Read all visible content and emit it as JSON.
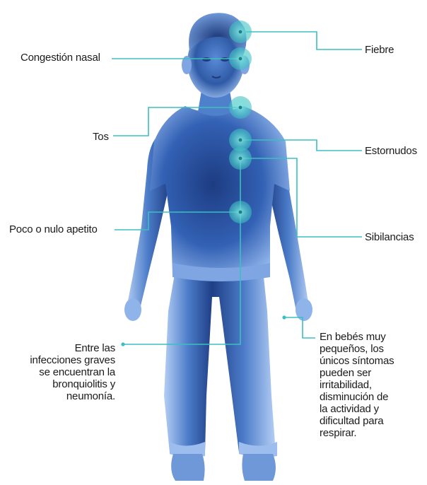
{
  "colors": {
    "line": "#3bbfc0",
    "body_dark": "#142c62",
    "body_mid": "#3f6fc0",
    "body_light": "#a9c8f2",
    "text": "#1a1a1a"
  },
  "labels": {
    "congestion": "Congestión nasal",
    "fiebre": "Fiebre",
    "tos": "Tos",
    "estornudos": "Estornudos",
    "apetito": "Poco o nulo apetito",
    "sibilancias": "Sibilancias"
  },
  "notes": {
    "infecciones": [
      "Entre las",
      "infecciones graves",
      "se encuentran la",
      "bronquiolitis y",
      "neumonía."
    ],
    "bebes": [
      "En bebés muy",
      "pequeños, los",
      "únicos síntomas",
      "pueden ser",
      "irritabilidad,",
      "disminución de",
      "la actividad y",
      "dificultad para",
      "respirar."
    ]
  }
}
